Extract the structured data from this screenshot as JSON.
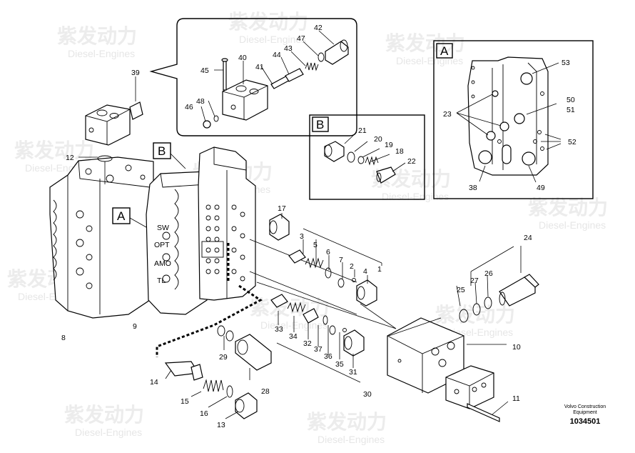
{
  "watermark": {
    "brand_cn": "紫发动力",
    "brand_en": "Diesel-Engines"
  },
  "detail_labels": {
    "a": "A",
    "b": "B"
  },
  "part_numbers": {
    "p1": "1",
    "p2": "2",
    "p3": "3",
    "p4": "4",
    "p5": "5",
    "p6": "6",
    "p7": "7",
    "p8": "8",
    "p9": "9",
    "p10": "10",
    "p11": "11",
    "p12": "12",
    "p13": "13",
    "p14": "14",
    "p15": "15",
    "p16": "16",
    "p17": "17",
    "p18": "18",
    "p19": "19",
    "p20": "20",
    "p21": "21",
    "p22": "22",
    "p23": "23",
    "p24": "24",
    "p25": "25",
    "p26": "26",
    "p27": "27",
    "p28": "28",
    "p29": "29",
    "p30": "30",
    "p31": "31",
    "p32": "32",
    "p33": "33",
    "p34": "34",
    "p35": "35",
    "p36": "36",
    "p37": "37",
    "p38": "38",
    "p39": "39",
    "p40": "40",
    "p41": "41",
    "p42": "42",
    "p43": "43",
    "p44": "44",
    "p45": "45",
    "p46": "46",
    "p47": "47",
    "p48": "48",
    "p49": "49",
    "p50": "50",
    "p51": "51",
    "p52": "52",
    "p53": "53"
  },
  "block_marks": {
    "m1": "SW",
    "m2": "OPT",
    "m3": "AMO",
    "m4": "TL"
  },
  "footer": {
    "line1": "Volvo Construction",
    "line2": "Equipment",
    "drawing_no": "1034501"
  }
}
